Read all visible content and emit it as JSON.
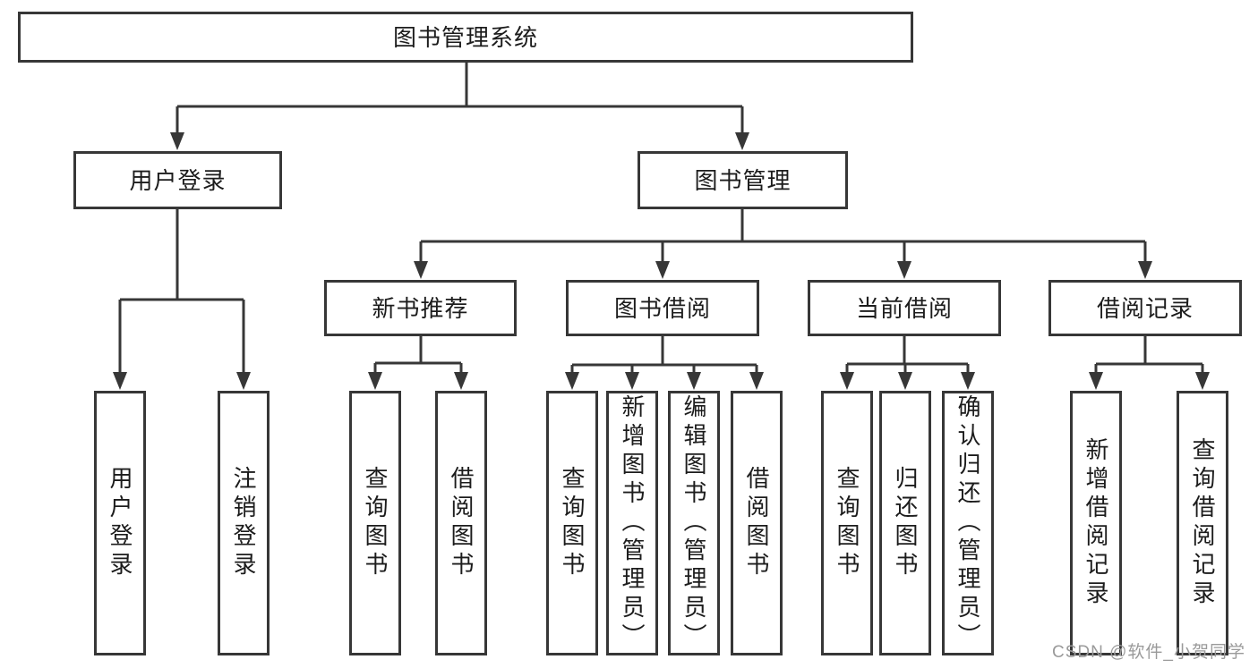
{
  "colors": {
    "line": "#373737",
    "box_border": "#373737",
    "box_background": "#ffffff",
    "text": "#1c1c1c",
    "watermark": "#9a9a9a",
    "page_background": "#ffffff"
  },
  "diagram": {
    "root": {
      "label": "图书管理系统",
      "children": [
        {
          "label": "用户登录",
          "children": [
            {
              "label": "用户登录"
            },
            {
              "label": "注销登录"
            }
          ]
        },
        {
          "label": "图书管理",
          "children": [
            {
              "label": "新书推荐",
              "children": [
                {
                  "label": "查询图书"
                },
                {
                  "label": "借阅图书"
                }
              ]
            },
            {
              "label": "图书借阅",
              "children": [
                {
                  "label": "查询图书"
                },
                {
                  "label": "新增图书（管理员）"
                },
                {
                  "label": "编辑图书（管理员）"
                },
                {
                  "label": "借阅图书"
                }
              ]
            },
            {
              "label": "当前借阅",
              "children": [
                {
                  "label": "查询图书"
                },
                {
                  "label": "归还图书"
                },
                {
                  "label": "确认归还（管理员）"
                }
              ]
            },
            {
              "label": "借阅记录",
              "children": [
                {
                  "label": "新增借阅记录"
                },
                {
                  "label": "查询借阅记录"
                }
              ]
            }
          ]
        }
      ]
    }
  },
  "watermark": {
    "text": "CSDN @软件_小贺同学"
  }
}
